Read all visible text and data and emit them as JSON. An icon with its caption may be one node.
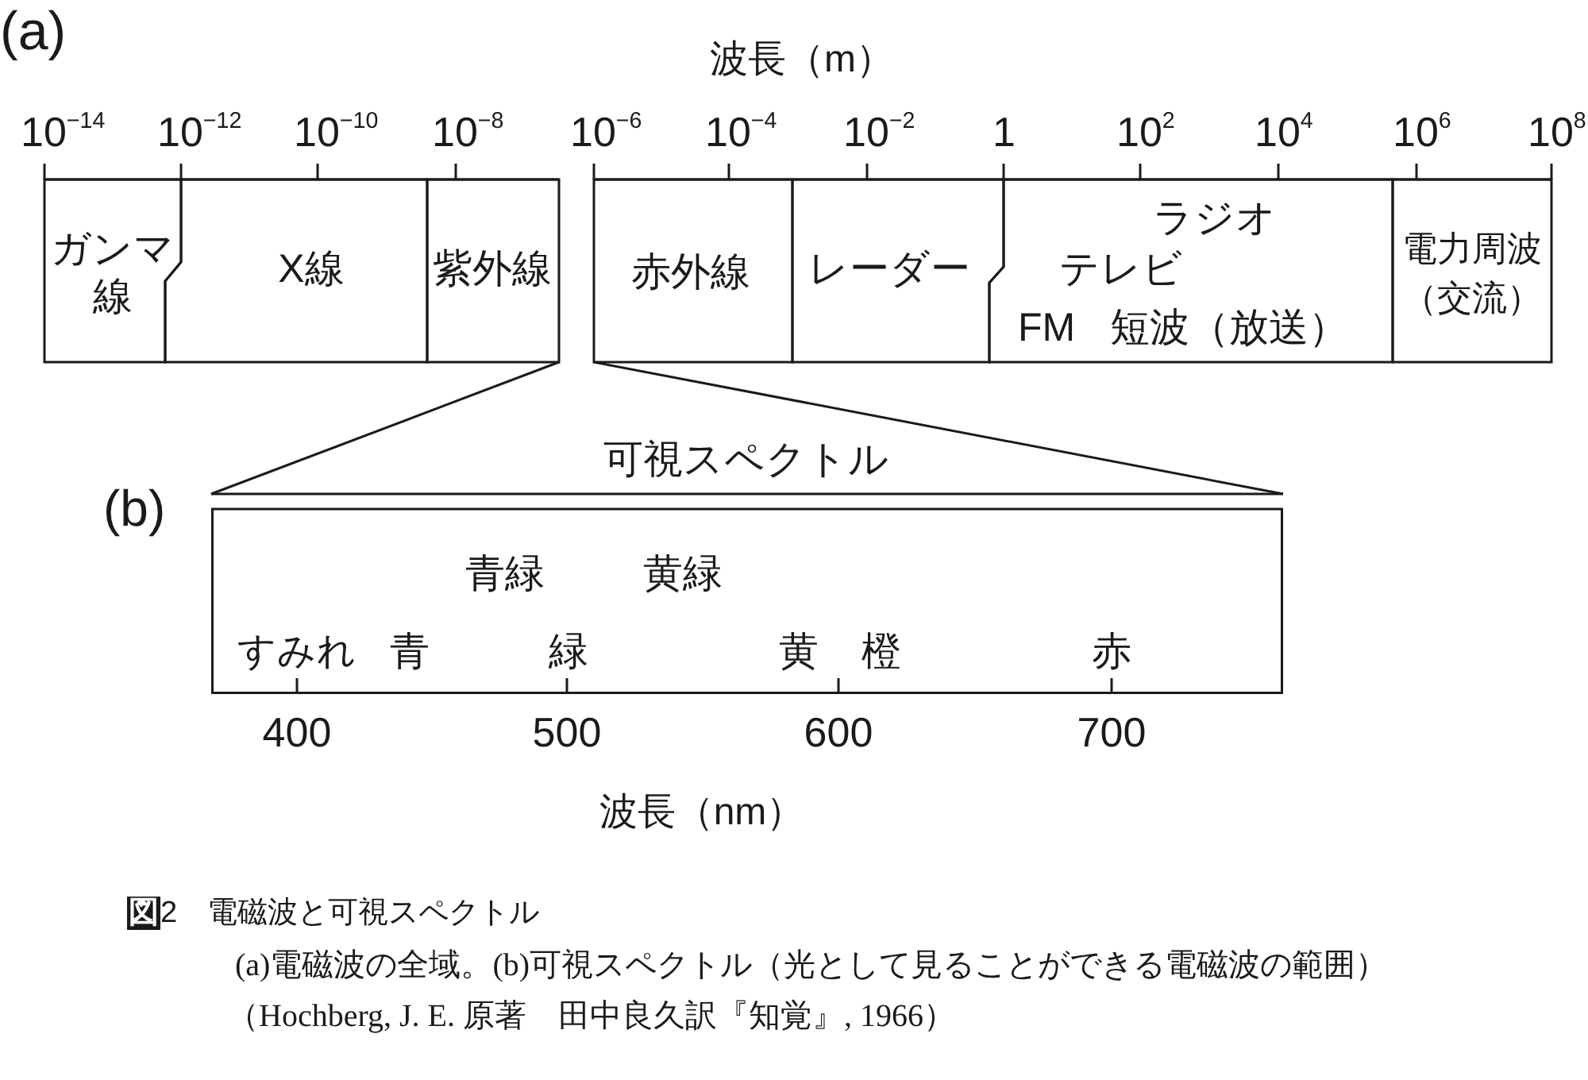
{
  "diagram": {
    "caption": "**図**2　電磁波と可視スペクトル",
    "nodes": [
      {
        "text": [
          "ガンマ線"
        ]
      },
      {
        "text": [
          "X線"
        ]
      },
      {
        "text": [
          "紫外線"
        ]
      },
      {
        "text": [
          "赤外線"
        ]
      },
      {
        "text": [
          "レーダー"
        ]
      },
      {
        "text": [
          "ラジオ",
          "テレビ",
          "FM",
          "短波（放送）"
        ]
      },
      {
        "text": [
          "電力周波（交流）"
        ]
      },
      {
        "text": [
          "可視スペクトル",
          "青緑",
          "黄緑",
          "すみれ",
          "青",
          "緑",
          "黄",
          "橙",
          "赤"
        ]
      }
    ],
    "edges": [
      {
        "from": 2,
        "to": 7,
        "arrow": "none"
      },
      {
        "from": 3,
        "to": 7,
        "arrow": "none"
      }
    ],
    "labels": [
      "(a)",
      "波長（m）",
      "10$^{−14}$",
      "10$^{−12}$",
      "10$^{−10}$",
      "10$^{−8}$",
      "10$^{−6}$",
      "10$^{−4}$",
      "10$^{−2}$",
      "1",
      "10$^{2}$",
      "10$^{4}$",
      "10$^{6}$",
      "10$^{8}$",
      "(b)",
      "400",
      "500",
      "600",
      "700",
      "波長（nm）",
      "(a)電磁波の全域。(b)可視スペクトル（光として見ることができる電磁波の範囲）",
      "（Hochberg, J. E. 原著　田中良久訳『知覚』, 1966）"
    ]
  }
}
